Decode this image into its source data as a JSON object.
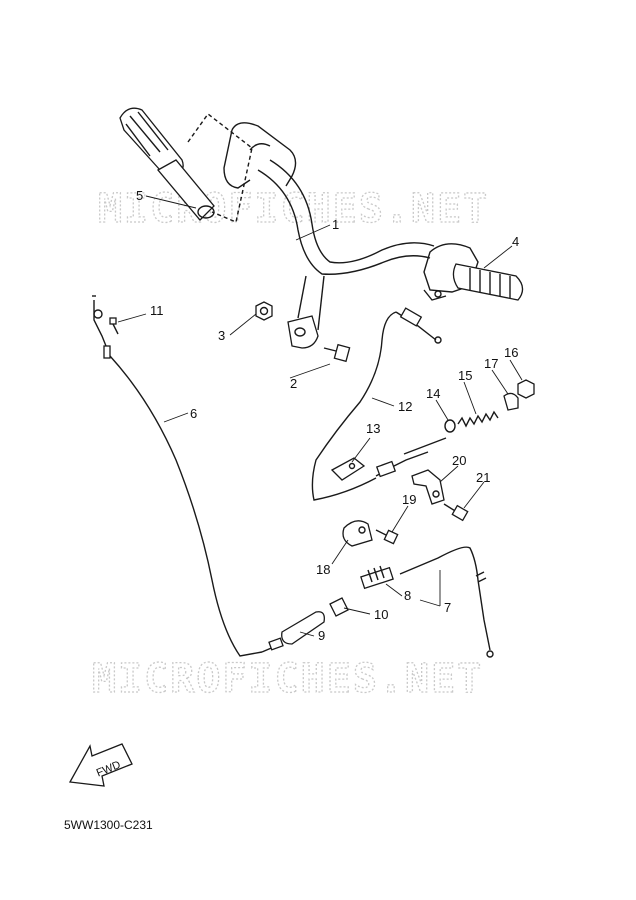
{
  "diagram": {
    "watermark_text": "MICROFICHES.NET",
    "direction_label": "FWD",
    "diagram_code": "5WW1300-C231",
    "callouts": [
      "1",
      "2",
      "3",
      "4",
      "5",
      "6",
      "7",
      "8",
      "9",
      "10",
      "11",
      "12",
      "13",
      "14",
      "15",
      "16",
      "17",
      "18",
      "19",
      "20",
      "21"
    ],
    "parts": [
      {
        "ref": "1",
        "name": "handlebar"
      },
      {
        "ref": "2",
        "name": "bolt"
      },
      {
        "ref": "3",
        "name": "nut"
      },
      {
        "ref": "4",
        "name": "throttle grip"
      },
      {
        "ref": "5",
        "name": "left grip"
      },
      {
        "ref": "6",
        "name": "throttle cable"
      },
      {
        "ref": "7",
        "name": "cable assembly"
      },
      {
        "ref": "8",
        "name": "junction"
      },
      {
        "ref": "9",
        "name": "cable cover"
      },
      {
        "ref": "10",
        "name": "joint"
      },
      {
        "ref": "11",
        "name": "screw"
      },
      {
        "ref": "12",
        "name": "cable"
      },
      {
        "ref": "13",
        "name": "bracket"
      },
      {
        "ref": "14",
        "name": "washer"
      },
      {
        "ref": "15",
        "name": "spring"
      },
      {
        "ref": "16",
        "name": "nut"
      },
      {
        "ref": "17",
        "name": "holder"
      },
      {
        "ref": "18",
        "name": "holder"
      },
      {
        "ref": "19",
        "name": "screw"
      },
      {
        "ref": "20",
        "name": "bracket"
      },
      {
        "ref": "21",
        "name": "bolt"
      }
    ]
  }
}
